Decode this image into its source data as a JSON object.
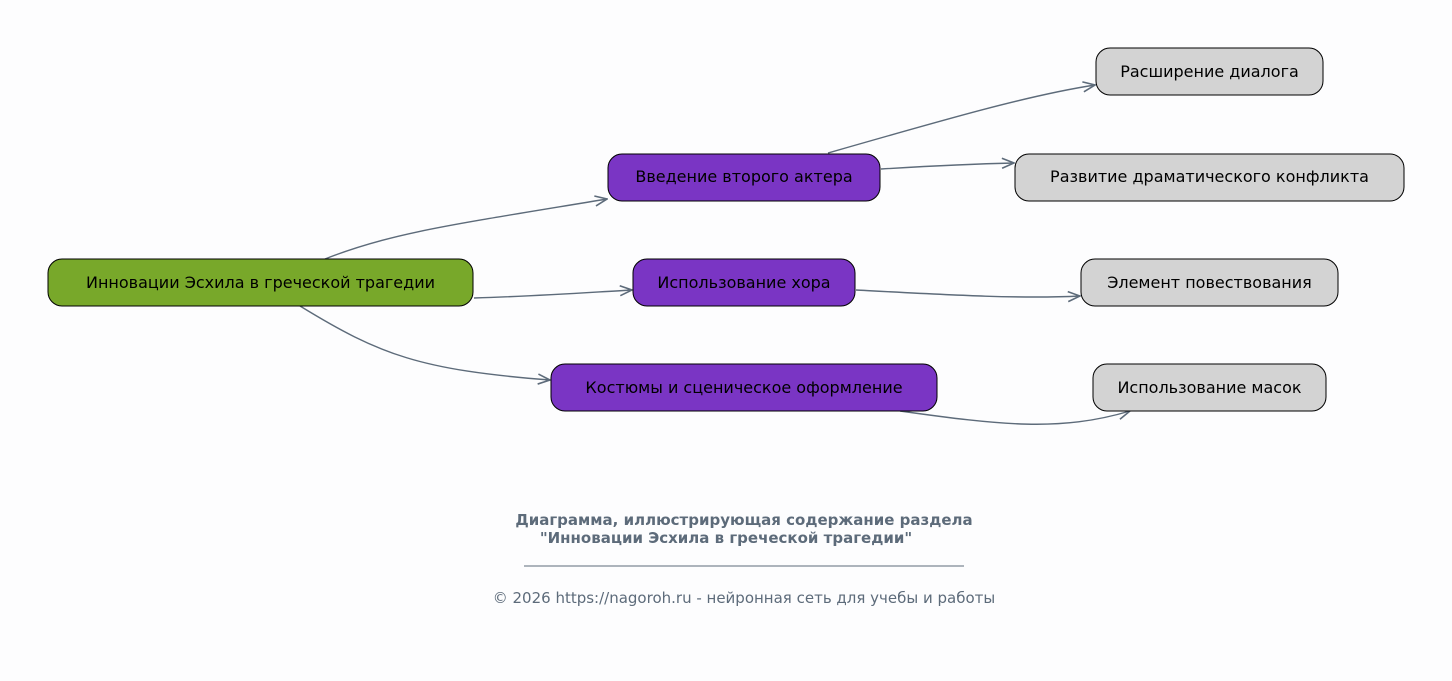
{
  "colors": {
    "root": "#78a82a",
    "branch": "#7a35c4",
    "leaf": "#d3d3d3",
    "edge": "#5d6b7a",
    "caption": "#5d6b7a"
  },
  "nodes": {
    "root": "Инновации Эсхила в греческой трагедии",
    "branch1": "Введение второго актера",
    "branch2": "Использование хора",
    "branch3": "Костюмы и сценическое оформление",
    "leaf1": "Расширение диалога",
    "leaf2": "Развитие драматического конфликта",
    "leaf3": "Элемент повествования",
    "leaf4": "Использование масок"
  },
  "caption": {
    "line1": "Диаграмма, иллюстрирующая содержание раздела",
    "line2": "\"Инновации Эсхила в греческой трагедии\"",
    "footer": "© 2026 https://nagoroh.ru - нейронная сеть для учебы и работы"
  }
}
